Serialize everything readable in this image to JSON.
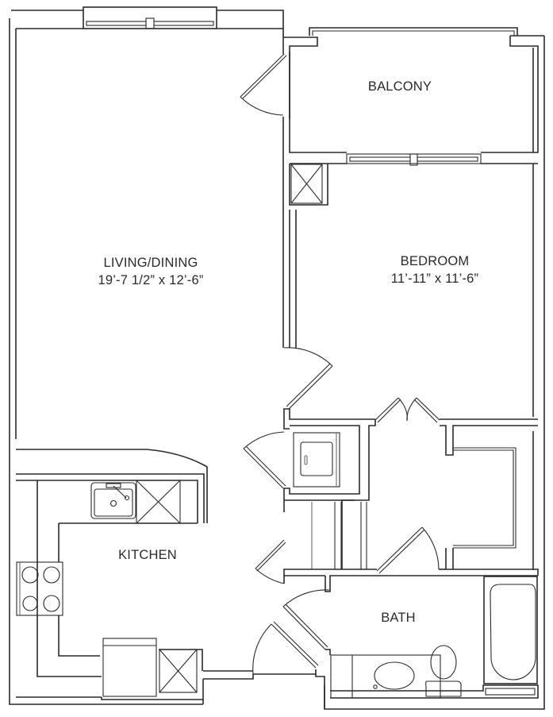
{
  "plan": {
    "rooms": {
      "balcony": {
        "name": "BALCONY"
      },
      "living": {
        "name": "LIVING/DINING",
        "dimensions": "19’-7 1/2” x 12’-6”"
      },
      "bedroom": {
        "name": "BEDROOM",
        "dimensions": "11’-11” x 11’-6”"
      },
      "kitchen": {
        "name": "KITCHEN"
      },
      "bath": {
        "name": "BATH"
      }
    },
    "colors": {
      "line": "#2a2a2a",
      "background": "#ffffff"
    }
  }
}
